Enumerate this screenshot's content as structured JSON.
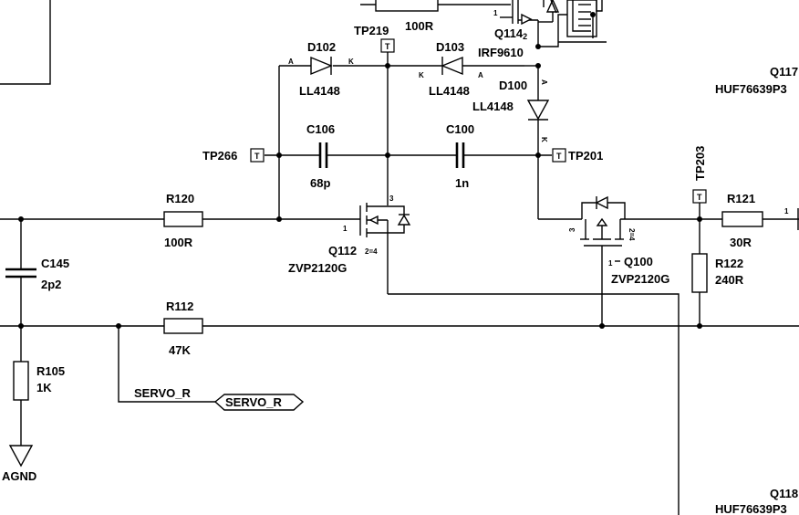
{
  "components": {
    "r_top": {
      "value": "100R"
    },
    "q114": {
      "ref": "Q114",
      "pin": "2",
      "part": "IRF9610",
      "pin_gate": "1"
    },
    "q117": {
      "ref": "Q117",
      "part": "HUF76639P3"
    },
    "q118": {
      "ref": "Q118",
      "part": "HUF76639P3"
    },
    "tp219": {
      "ref": "TP219"
    },
    "tp266": {
      "ref": "TP266"
    },
    "tp201": {
      "ref": "TP201"
    },
    "tp203": {
      "ref": "TP203"
    },
    "tp_glyph": "T",
    "d102": {
      "ref": "D102",
      "part": "LL4148",
      "pin_a": "A",
      "pin_k": "K"
    },
    "d103": {
      "ref": "D103",
      "part": "LL4148",
      "pin_a": "A",
      "pin_k": "K"
    },
    "d100": {
      "ref": "D100",
      "part": "LL4148",
      "pin_a": "A",
      "pin_k": "K"
    },
    "c106": {
      "ref": "C106",
      "value": "68p"
    },
    "c100": {
      "ref": "C100",
      "value": "1n"
    },
    "c145": {
      "ref": "C145",
      "value": "2p2"
    },
    "r120": {
      "ref": "R120",
      "value": "100R"
    },
    "r121": {
      "ref": "R121",
      "value": "30R",
      "pin": "1"
    },
    "r122": {
      "ref": "R122",
      "value": "240R"
    },
    "r112": {
      "ref": "R112",
      "value": "47K"
    },
    "r105": {
      "ref": "R105",
      "value": "1K"
    },
    "q112": {
      "ref": "Q112",
      "part": "ZVP2120G",
      "pin_gate": "1",
      "pin_drain": "3",
      "pin_source": "2=4"
    },
    "q100": {
      "ref": "Q100",
      "part": "ZVP2120G",
      "pin_gate": "1",
      "pin_drain": "3",
      "pin_source": "2=4"
    }
  },
  "nets": {
    "servo_wire_label": "SERVO_R",
    "servo_port": "SERVO_R",
    "ground": "AGND"
  }
}
